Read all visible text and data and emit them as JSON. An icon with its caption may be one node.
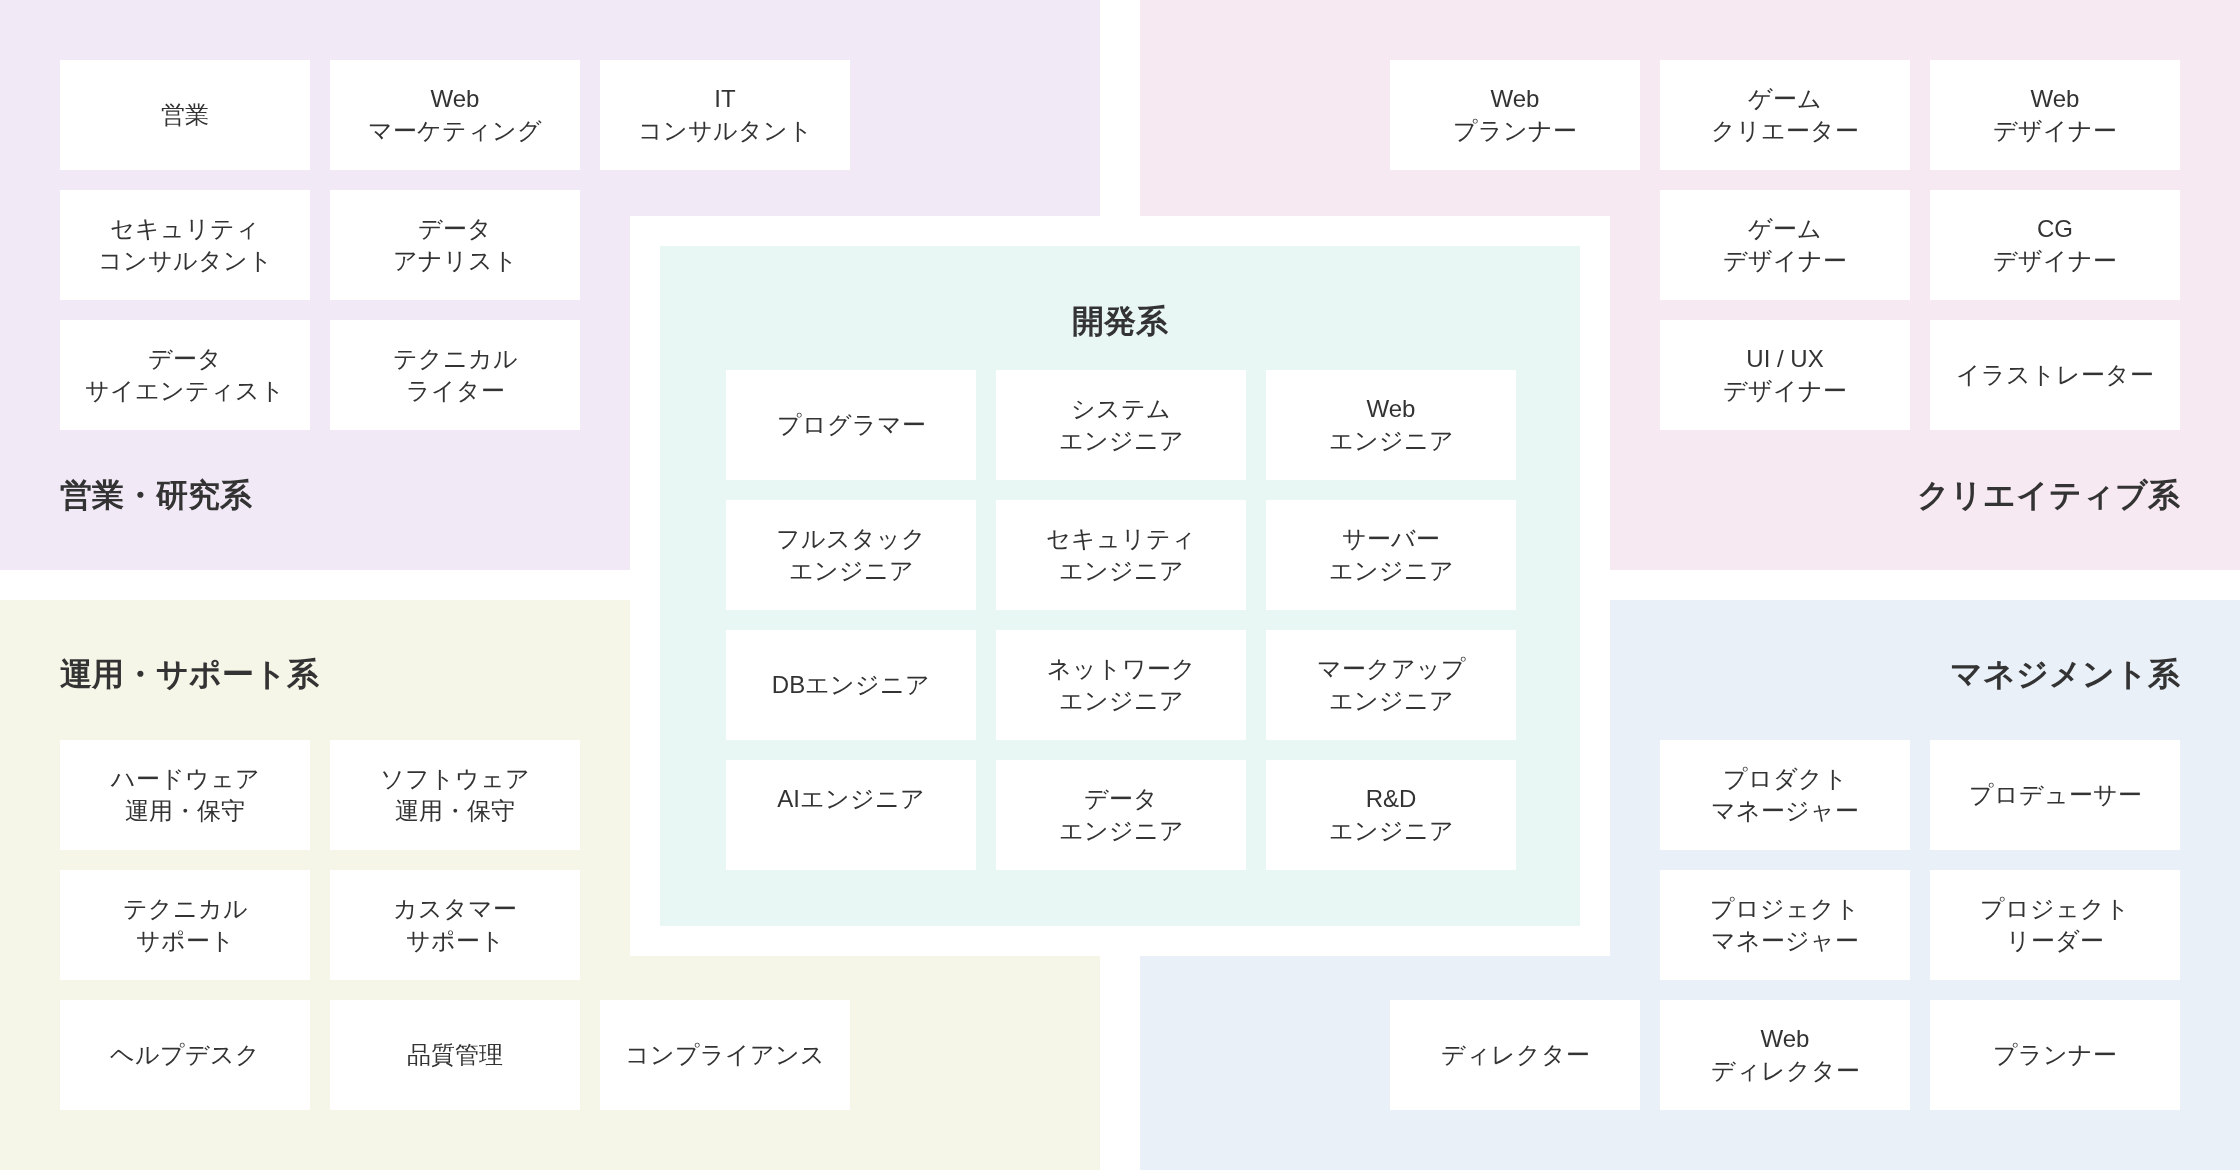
{
  "diagram": {
    "nodes": [
      {
        "text": [
          "営業・研究系"
        ]
      },
      {
        "text": [
          "営業"
        ],
        "in": 0
      },
      {
        "text": [
          "Web マーケティング"
        ],
        "in": 0
      },
      {
        "text": [
          "IT コンサルタント"
        ]
      },
      {
        "text": [
          "セキュリティコンサルタント"
        ],
        "in": 0
      },
      {
        "text": [
          "データアナリスト"
        ],
        "in": 0
      },
      {
        "text": [
          "データサイエンティスト"
        ],
        "in": 0
      },
      {
        "text": [
          "テクニカルライター"
        ],
        "in": 0
      },
      {
        "text": [
          "クリエイティブ系"
        ]
      },
      {
        "text": [
          "Web プランナー"
        ]
      },
      {
        "text": [
          "ゲームクリエーター"
        ],
        "in": 8
      },
      {
        "text": [
          "Web デザイナー"
        ],
        "in": 8
      },
      {
        "text": [
          "ゲームデザイナー"
        ],
        "in": 8
      },
      {
        "text": [
          "CG デザイナー"
        ],
        "in": 8
      },
      {
        "text": [
          "UI / UX デザイナー"
        ],
        "in": 8
      },
      {
        "text": [
          "イラストレーター"
        ],
        "in": 8
      },
      {
        "text": [
          "開発系"
        ]
      },
      {
        "text": [
          "プログラマー"
        ],
        "in": 16
      },
      {
        "text": [
          "システムエンジニア"
        ],
        "in": 16
      },
      {
        "text": [
          "Web エンジニア"
        ],
        "in": 16
      },
      {
        "text": [
          "フルスタックエンジニア"
        ],
        "in": 16
      },
      {
        "text": [
          "セキュリティエンジニア"
        ],
        "in": 16
      },
      {
        "text": [
          "サーバーエンジニア"
        ],
        "in": 16
      },
      {
        "text": [
          "DBエンジニア"
        ],
        "in": 16
      },
      {
        "text": [
          "ネットワークエンジニア"
        ],
        "in": 16
      },
      {
        "text": [
          "マークアップエンジニア"
        ],
        "in": 16
      },
      {
        "text": [
          "AIエンジニア"
        ],
        "in": 16
      },
      {
        "text": [
          "データエンジニア"
        ],
        "in": 16
      },
      {
        "text": [
          "R&D エンジニア"
        ],
        "in": 16
      },
      {
        "text": [
          "運用・サポート系"
        ]
      },
      {
        "text": [
          "ハードウェア運用・保守"
        ],
        "in": 29
      },
      {
        "text": [
          "ソフトウェア運用・保守"
        ],
        "in": 29
      },
      {
        "text": [
          "テクニカルサポート"
        ],
        "in": 29
      },
      {
        "text": [
          "カスタマーサポート"
        ],
        "in": 29
      },
      {
        "text": [
          "ヘルプデスク"
        ],
        "in": 29
      },
      {
        "text": [
          "品質管理"
        ],
        "in": 29
      },
      {
        "text": [
          "コンプライアンス"
        ]
      },
      {
        "text": [
          "マネジメント系"
        ]
      },
      {
        "text": [
          "プロダクトマネージャー"
        ],
        "in": 37
      },
      {
        "text": [
          "プロデューサー"
        ],
        "in": 37
      },
      {
        "text": [
          "プロジェクトマネージャー"
        ],
        "in": 37
      },
      {
        "text": [
          "プロジェクトリーダー"
        ],
        "in": 37
      },
      {
        "text": [
          "ディレクター"
        ]
      },
      {
        "text": [
          "Web ディレクター"
        ],
        "in": 37
      },
      {
        "text": [
          "プランナー"
        ],
        "in": 37
      }
    ]
  }
}
